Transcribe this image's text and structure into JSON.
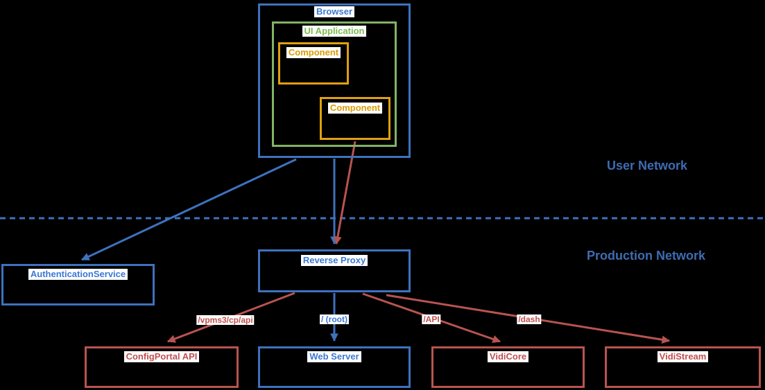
{
  "diagram": {
    "type": "network-architecture-diagram",
    "background": "#000000"
  },
  "colors": {
    "blue_border": "#3E72BE",
    "blue_label_text": "#3A78D4",
    "green_border": "#82B366",
    "green_label_text": "#7CBA4E",
    "orange_border": "#DFA011",
    "orange_label_text": "#DC9C00",
    "red_border": "#B85450",
    "red_label_text": "#C0504D",
    "zone_label_text": "#3E6CB2",
    "label_chip_background": "#FFFFFF"
  },
  "zones": {
    "user_network": {
      "label": "User Network"
    },
    "production_network": {
      "label": "Production Network"
    }
  },
  "nodes": {
    "browser": {
      "label": "Browser"
    },
    "ui_application": {
      "label": "UI Application"
    },
    "component_1": {
      "label": "Component"
    },
    "component_2": {
      "label": "Component"
    },
    "authentication_service": {
      "label": "AuthenticationService"
    },
    "reverse_proxy": {
      "label": "Reverse Proxy"
    },
    "configportal_api": {
      "label": "ConfigPortal API"
    },
    "web_server": {
      "label": "Web Server"
    },
    "vidicore": {
      "label": "VidiCore"
    },
    "vidistream": {
      "label": "VidiStream"
    }
  },
  "edges": {
    "browser_to_authentication_service": {
      "label": ""
    },
    "browser_to_reverse_proxy": {
      "label": ""
    },
    "component_2_to_reverse_proxy": {
      "label": ""
    },
    "reverse_proxy_to_configportal_api": {
      "label": "/vpms3/cp/api"
    },
    "reverse_proxy_to_web_server": {
      "label": "/ (root)"
    },
    "reverse_proxy_to_vidicore": {
      "label": "/API"
    },
    "reverse_proxy_to_vidistream": {
      "label": "/dash"
    }
  }
}
